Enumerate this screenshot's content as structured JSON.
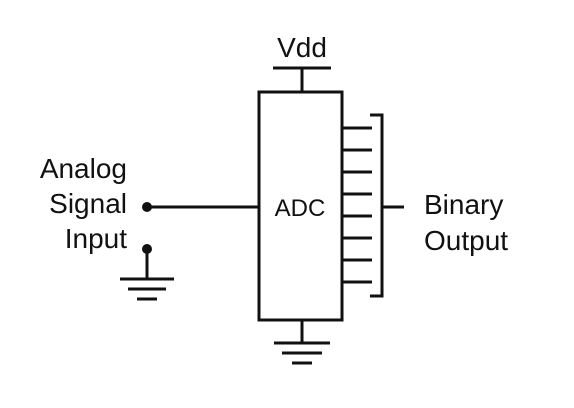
{
  "diagram": {
    "supply_label": "Vdd",
    "chip_label": "ADC",
    "input_label": {
      "line1": "Analog",
      "line2": "Signal",
      "line3": "Input"
    },
    "output_label": {
      "line1": "Binary",
      "line2": "Output"
    },
    "output_bit_count": 8,
    "symbols": [
      "supply-terminal",
      "ground-symbol",
      "input-terminal",
      "bus-bracket"
    ],
    "colors": {
      "ink": "#111111",
      "background": "#ffffff"
    }
  }
}
